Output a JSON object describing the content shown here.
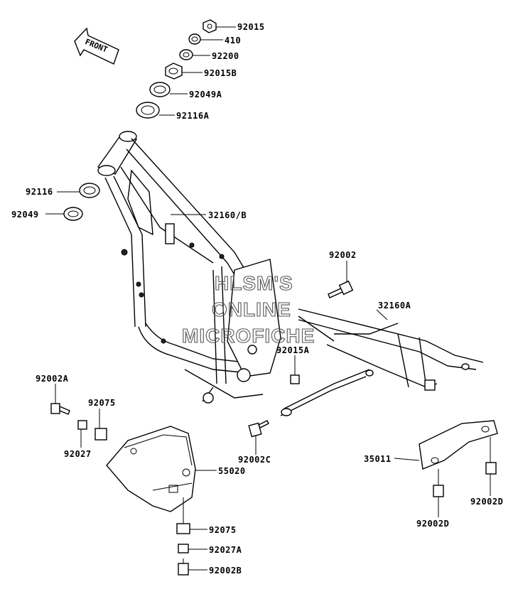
{
  "diagram": {
    "front_label": "FRONT",
    "watermark": [
      "HLSM'S",
      "ONLINE",
      "MICROFICHE"
    ],
    "callouts": {
      "p92015": "92015",
      "p410": "410",
      "p92200": "92200",
      "p92015B": "92015B",
      "p92049A": "92049A",
      "p92116A": "92116A",
      "p92116": "92116",
      "p92049": "92049",
      "p32160B": "32160/B",
      "p92002": "92002",
      "p32160A": "32160A",
      "p92015A": "92015A",
      "p92002A": "92002A",
      "p92075_top": "92075",
      "p92027": "92027",
      "p92002C": "92002C",
      "p35011": "35011",
      "p55020": "55020",
      "p92002D_left": "92002D",
      "p92002D_right": "92002D",
      "p92075_bottom": "92075",
      "p92027A": "92027A",
      "p92002B": "92002B"
    }
  }
}
